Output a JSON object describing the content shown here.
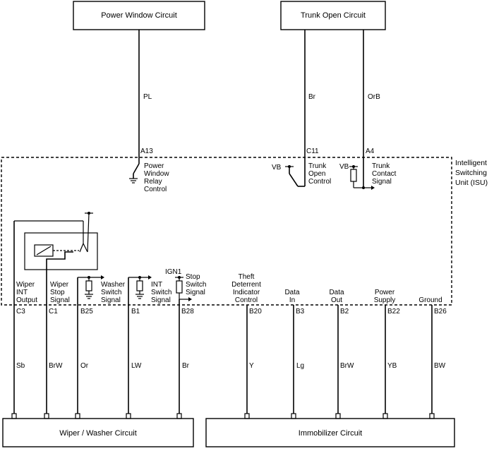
{
  "boxes": {
    "power_window": "Power Window Circuit",
    "trunk_open": "Trunk Open Circuit",
    "wiper_washer": "Wiper / Washer Circuit",
    "immobilizer": "Immobilizer Circuit"
  },
  "isu": {
    "line1": "Intelligent",
    "line2": "Switching",
    "line3": "Unit (ISU)"
  },
  "top_wires": [
    {
      "color": "PL",
      "terminal": "A13"
    },
    {
      "color": "Br",
      "terminal": "C11"
    },
    {
      "color": "OrB",
      "terminal": "A4"
    }
  ],
  "top_signals": {
    "pw_relay": [
      "Power",
      "Window",
      "Relay",
      "Control"
    ],
    "trunk_open": [
      "Trunk",
      "Open",
      "Control"
    ],
    "trunk_contact": [
      "Trunk",
      "Contact",
      "Signal"
    ],
    "vb": "VB"
  },
  "bottom_pins": [
    {
      "label": [
        "Wiper",
        "INT",
        "Output"
      ],
      "terminal": "C3",
      "color": "Sb"
    },
    {
      "label": [
        "Wiper",
        "Stop",
        "Signal"
      ],
      "terminal": "C1",
      "color": "BrW"
    },
    {
      "label": [
        "Washer",
        "Switch",
        "Signal"
      ],
      "terminal": "B25",
      "color": "Or"
    },
    {
      "label": [
        "INT",
        "Switch",
        "Signal"
      ],
      "terminal": "B1",
      "color": "LW"
    },
    {
      "label": [
        "Stop",
        "Switch",
        "Signal"
      ],
      "terminal": "B28",
      "color": "Br"
    },
    {
      "label": [
        "Theft",
        "Deterrent",
        "Indicator",
        "Control"
      ],
      "terminal": "B20",
      "color": "Y"
    },
    {
      "label": [
        "Data",
        "In"
      ],
      "terminal": "B3",
      "color": "Lg"
    },
    {
      "label": [
        "Data",
        "Out"
      ],
      "terminal": "B2",
      "color": "BrW"
    },
    {
      "label": [
        "Power",
        "Supply"
      ],
      "terminal": "B22",
      "color": "YB"
    },
    {
      "label": [
        "Ground"
      ],
      "terminal": "B26",
      "color": "BW"
    }
  ],
  "ign1": "IGN1"
}
